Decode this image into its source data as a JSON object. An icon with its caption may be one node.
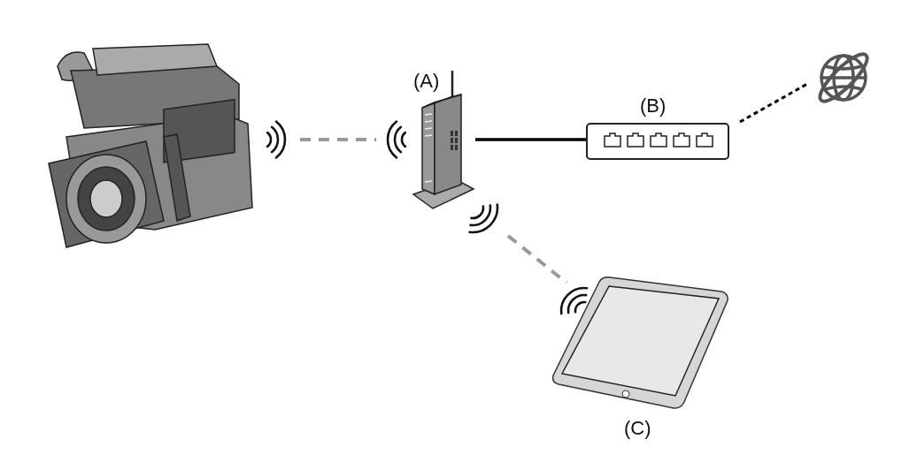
{
  "diagram": {
    "nodes": [
      {
        "text": [],
        "shape": "picture"
      },
      {
        "text": [
          "(A)"
        ]
      },
      {
        "text": [
          "(B)"
        ]
      },
      {
        "text": [],
        "shape": "picture"
      },
      {
        "text": [
          "(C)"
        ]
      }
    ],
    "edges": [
      {
        "from": 0,
        "to": 1,
        "arrow": "none",
        "style": "dashed",
        "color": "#999999"
      },
      {
        "from": 1,
        "to": 2,
        "arrow": "none",
        "color": "#000000"
      },
      {
        "from": 2,
        "to": 3,
        "arrow": "none",
        "style": "dashed",
        "color": "#000000"
      },
      {
        "from": 1,
        "to": 4,
        "arrow": "none",
        "style": "dashed",
        "color": "#999999"
      }
    ]
  }
}
